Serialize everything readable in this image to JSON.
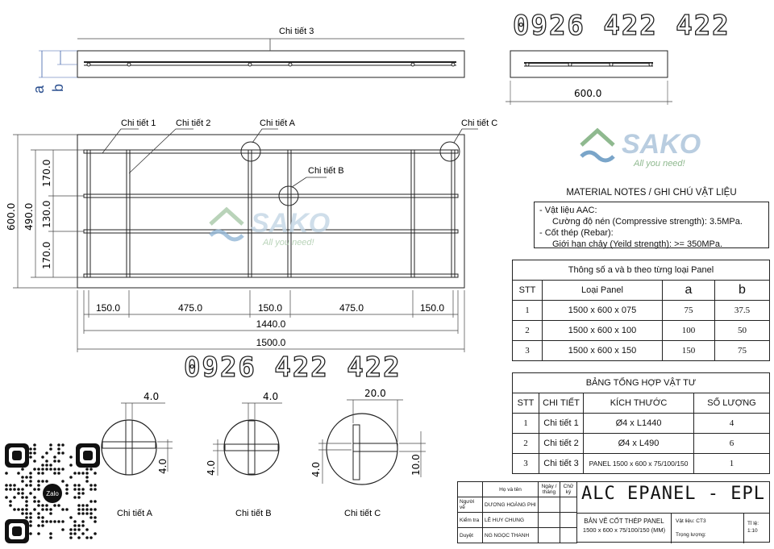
{
  "phone_numbers": {
    "top": "0926 422 422",
    "middle": "0926 422 422"
  },
  "brand": {
    "name": "SAKO",
    "slogan": "All you need!"
  },
  "top_view": {
    "label_detail3": "Chi tiết 3",
    "dim_a": "a",
    "dim_b": "b",
    "dim_side_width": "600.0"
  },
  "panel_view": {
    "labels": {
      "detail1": "Chi tiết 1",
      "detail2": "Chi tiết 2",
      "detailA": "Chi tiết A",
      "detailB": "Chi tiết B",
      "detailC": "Chi tiết C"
    },
    "vertical_dims": {
      "total": "600.0",
      "inner": "490.0",
      "top": "170.0",
      "middle": "130.0",
      "bottom": "170.0"
    },
    "horizontal_dims": {
      "seg1": "150.0",
      "seg2": "475.0",
      "seg3": "150.0",
      "seg4": "475.0",
      "seg5": "150.0",
      "inner": "1440.0",
      "total": "1500.0"
    }
  },
  "details": [
    {
      "label": "Chi tiết A",
      "dim_top": "4.0",
      "dim_side": "4.0"
    },
    {
      "label": "Chi tiết B",
      "dim_top": "4.0",
      "dim_side": "4.0"
    },
    {
      "label": "Chi tiết C",
      "dim_top": "20.0",
      "dim_side1": "4.0",
      "dim_side2": "10.0"
    }
  ],
  "material_notes": {
    "title": "MATERIAL NOTES / GHI CHÚ VẬT LIỆU",
    "lines": [
      "- Vật liệu AAC:",
      "Cường độ nén (Compressive strength): 3.5MPa.",
      "- Cốt thép (Rebar):",
      "Giới hạn chảy (Yeild strength): >= 350MPa."
    ]
  },
  "param_table": {
    "title": "Thông số a và b theo từng loại Panel",
    "headers": [
      "STT",
      "Loại Panel",
      "a",
      "b"
    ],
    "rows": [
      [
        "1",
        "1500 x 600 x 075",
        "75",
        "37.5"
      ],
      [
        "2",
        "1500 x 600 x 100",
        "100",
        "50"
      ],
      [
        "3",
        "1500 x 600 x 150",
        "150",
        "75"
      ]
    ]
  },
  "material_table": {
    "title": "BẢNG TỔNG HỢP VẬT TƯ",
    "headers": [
      "STT",
      "CHI TIẾT",
      "KÍCH THƯỚC",
      "SỐ LƯỢNG"
    ],
    "rows": [
      [
        "1",
        "Chi tiết 1",
        "Ø4 x L1440",
        "4"
      ],
      [
        "2",
        "Chi tiết 2",
        "Ø4 x L490",
        "6"
      ],
      [
        "3",
        "Chi tiết 3",
        "PANEL 1500 x 600 x 75/100/150",
        "1"
      ]
    ]
  },
  "title_block": {
    "col_headers": [
      "Họ và tên",
      "Ngày / tháng",
      "Chữ ký"
    ],
    "rows": [
      {
        "role": "Người vẽ",
        "name": "DƯƠNG HOÀNG PHI"
      },
      {
        "role": "Kiểm tra",
        "name": "LÊ HUY CHUNG"
      },
      {
        "role": "Duyệt",
        "name": "NG NGỌC THANH"
      }
    ],
    "project": "ALC EPANEL - EPL",
    "drawing_title": "BẢN VẼ CỐT THÉP PANEL",
    "drawing_sub": "1500 x 600 x 75/100/150 (MM)",
    "material": "Vật liệu: CT3",
    "weight": "Trọng lượng:",
    "scale_label": "Tỉ lệ:",
    "scale_value": "1:10"
  },
  "qr": {
    "app": "Zalo"
  }
}
